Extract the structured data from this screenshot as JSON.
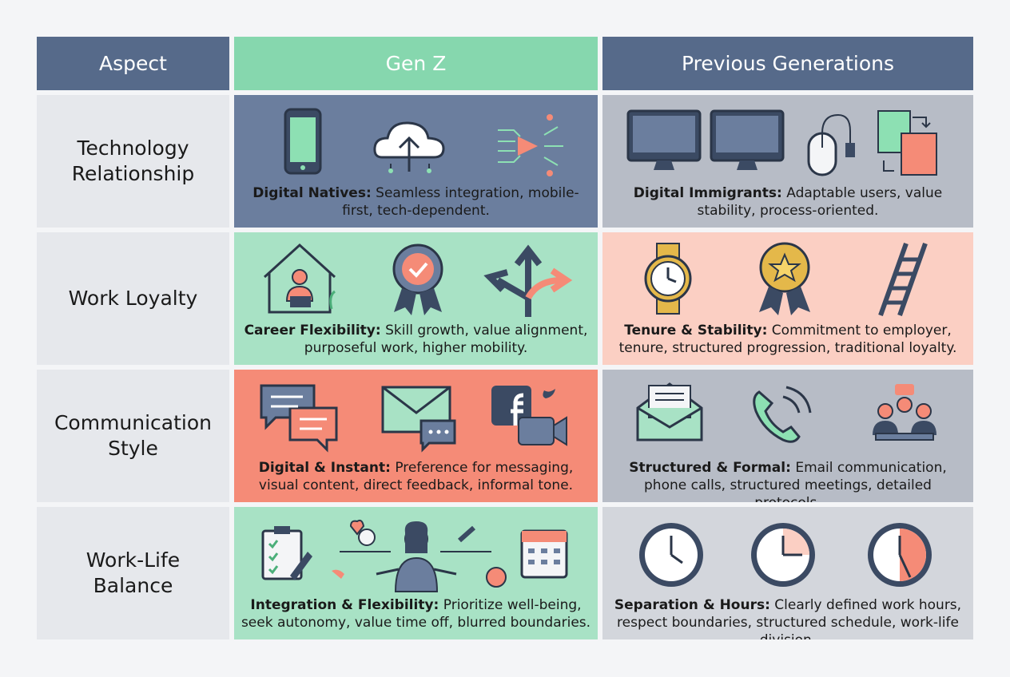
{
  "headers": {
    "aspect": "Aspect",
    "genz": "Gen Z",
    "previous": "Previous Generations"
  },
  "colors": {
    "header_dark": "#566a8a",
    "header_green": "#86d7ae",
    "slate": "#6b7e9e",
    "mint": "#a8e2c5",
    "coral": "#f58b77",
    "peach": "#fbcfc3",
    "gray": "#b7bcc6",
    "light_gray": "#d3d6dc"
  },
  "rows": [
    {
      "aspect": [
        "Technology",
        "Relationship"
      ],
      "genz": {
        "bold": "Digital Natives:",
        "text": " Seamless integration, mobile-first, tech-dependent.",
        "icons": [
          "smartphone-icon",
          "cloud-upload-icon",
          "ai-chip-play-icon"
        ]
      },
      "previous": {
        "bold": "Digital Immigrants:",
        "text": " Adaptable users, value stability, process-oriented.",
        "icons": [
          "desktop-monitor-icon",
          "desktop-monitor-icon",
          "mouse-usb-icon",
          "file-transfer-icon"
        ]
      }
    },
    {
      "aspect": [
        "Work Loyalty"
      ],
      "genz": {
        "bold": "Career Flexibility:",
        "text": " Skill growth, value alignment, purposeful work, higher mobility.",
        "icons": [
          "remote-work-house-icon",
          "check-badge-icon",
          "diverging-arrows-icon"
        ]
      },
      "previous": {
        "bold": "Tenure & Stability:",
        "text": " Commitment to employer, tenure, structured progression, traditional loyalty.",
        "icons": [
          "wristwatch-icon",
          "star-medal-icon",
          "ladder-icon"
        ]
      }
    },
    {
      "aspect": [
        "Communication",
        "Style"
      ],
      "genz": {
        "bold": "Digital & Instant:",
        "text": " Preference for messaging, visual content, direct feedback, informal tone.",
        "icons": [
          "chat-bubbles-icon",
          "email-chat-icon",
          "social-video-icon"
        ]
      },
      "previous": {
        "bold": "Structured & Formal:",
        "text": " Email communication, phone calls, structured meetings, detailed protocols.",
        "icons": [
          "open-envelope-icon",
          "phone-call-icon",
          "meeting-table-icon"
        ]
      }
    },
    {
      "aspect": [
        "Work-Life",
        "Balance"
      ],
      "genz": {
        "bold": "Integration & Flexibility:",
        "text": " Prioritize well-being, seek autonomy, value time off, blurred boundaries.",
        "icons": [
          "checklist-icon",
          "balancing-person-icon",
          "calendar-icon"
        ]
      },
      "previous": {
        "bold": "Separation & Hours:",
        "text": " Clearly defined work hours, respect boundaries, structured schedule, work-life division.",
        "icons": [
          "clock-icon",
          "clock-quarter-icon",
          "clock-half-icon"
        ]
      }
    }
  ]
}
